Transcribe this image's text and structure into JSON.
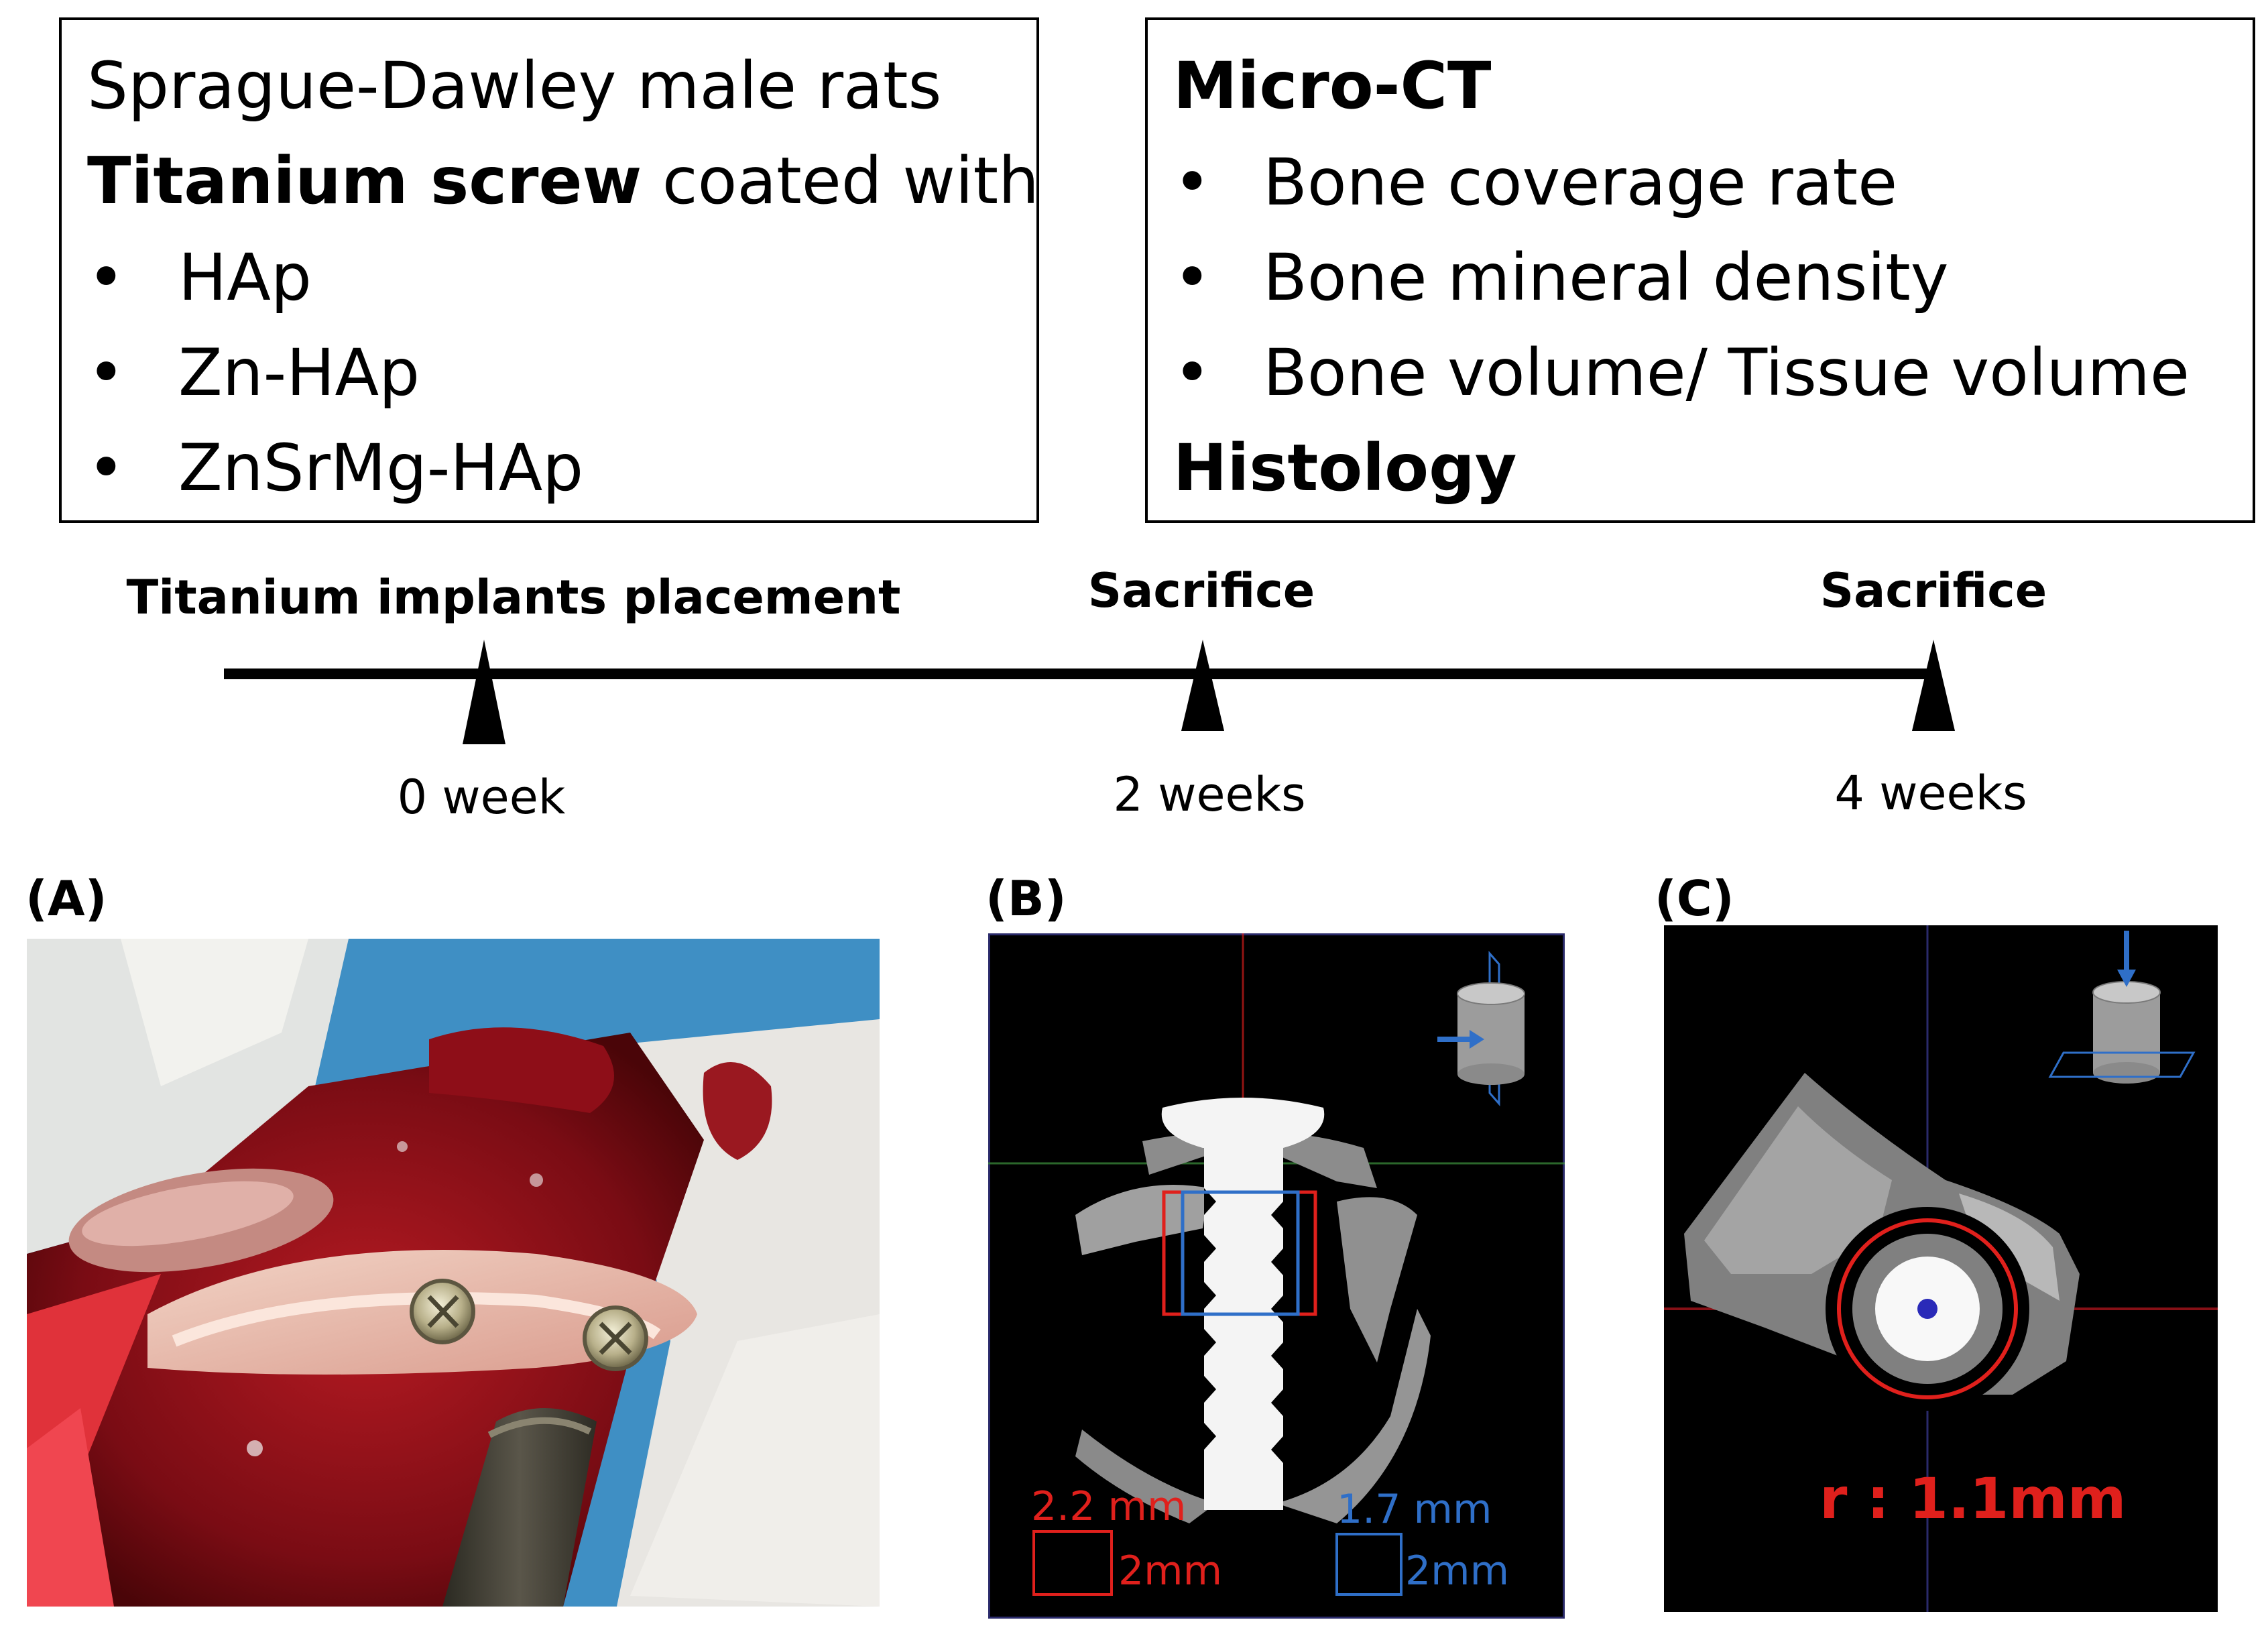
{
  "left_box": {
    "line1": "Sprague-Dawley male rats",
    "line2_bold": "Titanium screw",
    "line2_rest": " coated with",
    "items": [
      "HAp",
      "Zn-HAp",
      "ZnSrMg-HAp"
    ]
  },
  "right_box": {
    "heading1": "Micro-CT",
    "items": [
      "Bone coverage rate",
      "Bone mineral density",
      "Bone volume/ Tissue volume"
    ],
    "heading2": "Histology"
  },
  "bullet_char": "•",
  "timeline": {
    "events": [
      {
        "label": "Titanium implants placement",
        "week": "0 week"
      },
      {
        "label": "Sacrifice",
        "week": "2 weeks"
      },
      {
        "label": "Sacrifice",
        "week": "4 weeks"
      }
    ]
  },
  "panels": {
    "a_label": "(A)",
    "b_label": "(B)",
    "c_label": "(C)",
    "b_red_dim": "2.2 mm",
    "b_red_scale": "2mm",
    "b_blue_dim": "1.7 mm",
    "b_blue_scale": "2mm",
    "c_radius": "r : 1.1mm"
  },
  "colors": {
    "red": "#e0201c",
    "blue": "#2f6fc8",
    "green": "#3a8a3a",
    "tissue_red": "#a8141c",
    "drape_blue": "#3f8fc4"
  }
}
